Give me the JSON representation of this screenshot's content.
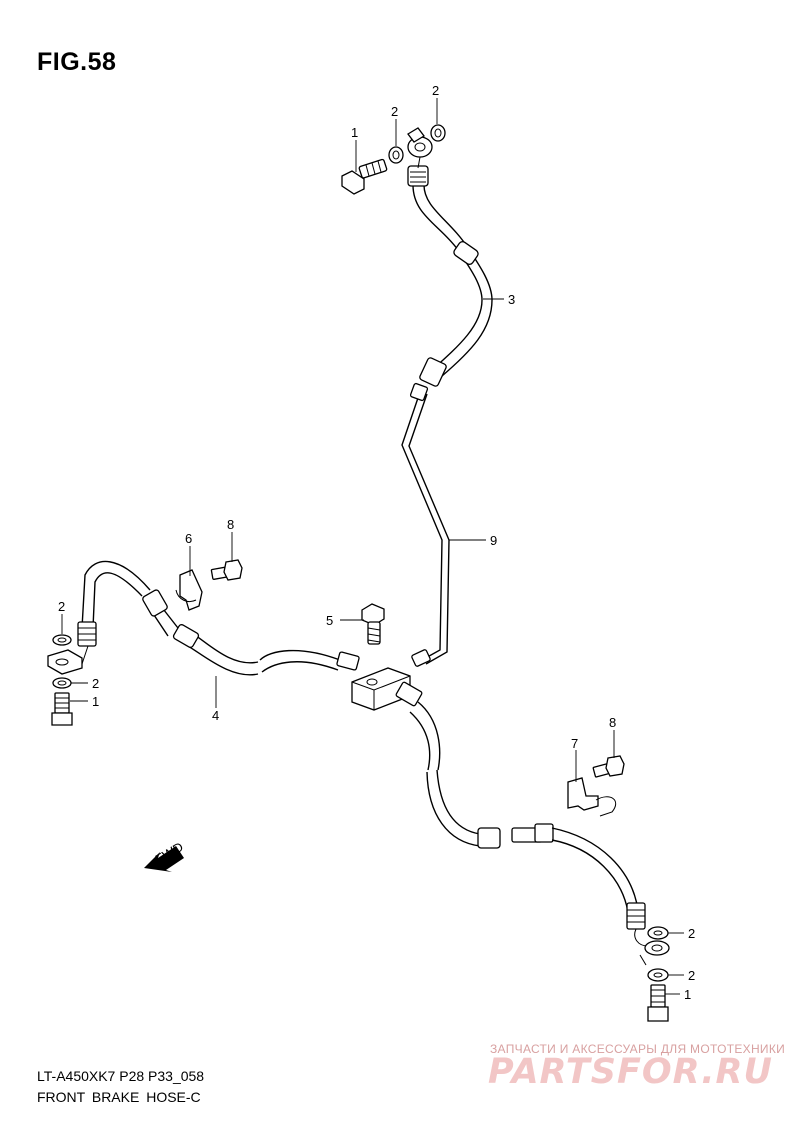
{
  "figure": {
    "title": "FIG.58",
    "model_code": "LT-A450XK7 P28 P33_058",
    "name": "FRONT BRAKE  HOSE-C"
  },
  "callouts": [
    "1",
    "2",
    "2",
    "3",
    "9",
    "6",
    "8",
    "5",
    "2",
    "2",
    "1",
    "4",
    "7",
    "8",
    "2",
    "2",
    "1"
  ],
  "direction_arrow": {
    "label": "FWD",
    "icon": "fwd-arrow-icon"
  },
  "watermark": {
    "tagline": "ЗАПЧАСТИ И АКСЕССУАРЫ ДЛЯ МОТОТЕХНИКИ",
    "brand": "PARTSFOR.RU",
    "color": "#f2c6c6"
  }
}
